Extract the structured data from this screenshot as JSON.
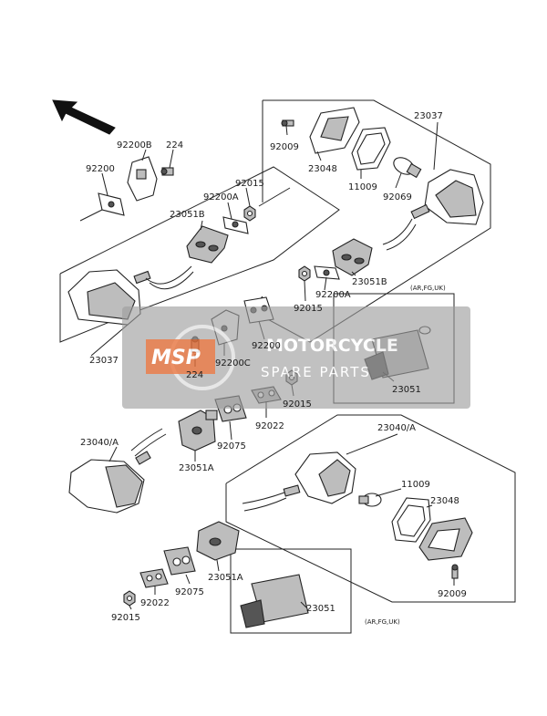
{
  "parts": {
    "p92200B": "92200B",
    "p224_top": "224",
    "p92200_top": "92200",
    "p92015_top": "92015",
    "p92200A_top": "92200A",
    "p23051B_left": "23051B",
    "p23037_right": "23037",
    "p92009_top": "92009",
    "p23048_top": "23048",
    "p11009_top": "11009",
    "p92069": "92069",
    "p92015_mid": "92015",
    "p92200A_mid": "92200A",
    "p23051B_right": "23051B",
    "p23037_left": "23037",
    "p92200_mid": "92200",
    "p224_mid": "224",
    "p92200C": "92200C",
    "p23051_upper": "23051",
    "p92015_low": "92015",
    "p92022_mid": "92022",
    "p92075_mid": "92075",
    "p23040A_left": "23040/A",
    "p23051A_left": "23051A",
    "p23040A_right": "23040/A",
    "p11009_low": "11009",
    "p23048_low": "23048",
    "p92009_low": "92009",
    "p23051A_low": "23051A",
    "p92075_low": "92075",
    "p92022_low": "92022",
    "p92015_bottom": "92015",
    "p23051_lower": "23051"
  },
  "notes": {
    "region_upper": "(AR,FG,UK)",
    "region_lower": "(AR,FG,UK)"
  },
  "watermark": {
    "logo": "MSP",
    "line1": "MOTORCYCLE",
    "line2": "SPARE PARTS",
    "logo_color": "#e8692e",
    "band_color": "#9e9e9e"
  }
}
